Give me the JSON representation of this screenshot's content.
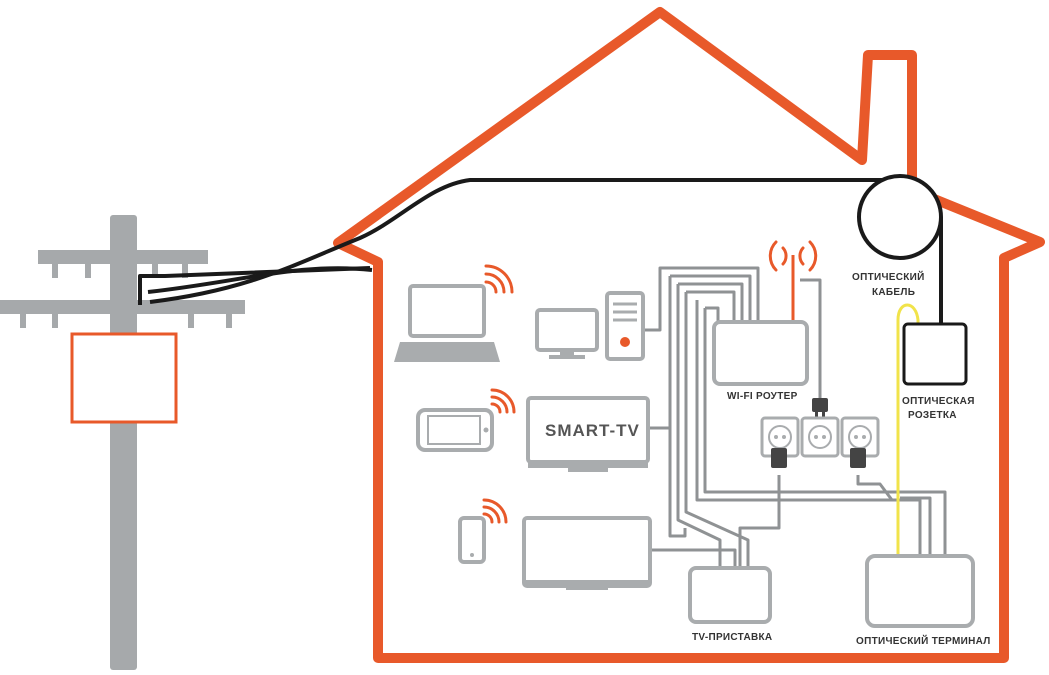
{
  "labels": {
    "optical_cable": [
      "ОПТИЧЕСКИЙ",
      "КАБЕЛЬ"
    ],
    "optical_socket": [
      "ОПТИЧЕСКАЯ",
      "РОЗЕТКА"
    ],
    "wifi_router": "WI-FI РОУТЕР",
    "smart_tv": "SMART-TV",
    "tv_box": "TV-ПРИСТАВКА",
    "optical_terminal": "ОПТИЧЕСКИЙ ТЕРМИНАЛ"
  },
  "colors": {
    "house_outline": "#e8592a",
    "device_gray": "#a9acae",
    "device_fill": "#ffffff",
    "cable_black": "#1a1a1a",
    "optical_fiber": "#f1e34a",
    "router_cable": "#e8592a",
    "wifi_signal": "#e8592a",
    "pole": "#a6a9ab",
    "transformer_box": "#e8592a"
  },
  "icons": [
    "laptop-icon",
    "desktop-icon",
    "tablet-icon",
    "phone-icon",
    "wifi-signal-icon",
    "power-socket-icon",
    "power-plug-icon"
  ]
}
